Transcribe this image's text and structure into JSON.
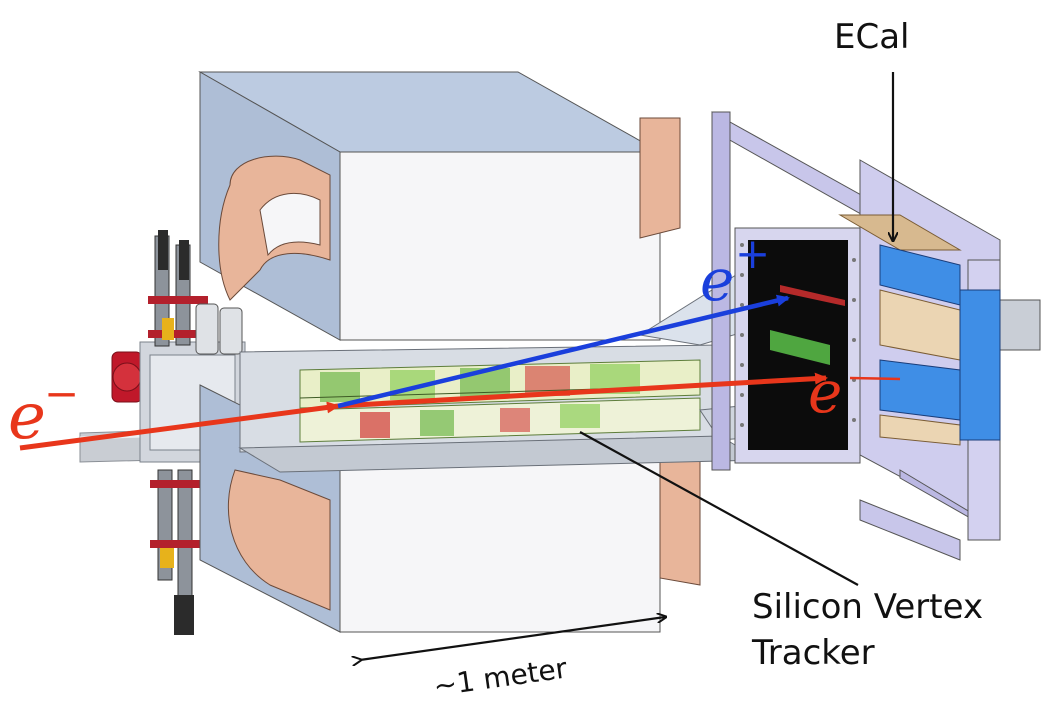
{
  "labels": {
    "ecal": "ECal",
    "svt_line1": "Silicon Vertex",
    "svt_line2": "Tracker",
    "scale": "~1 meter"
  },
  "particles": {
    "electron_in": {
      "base": "e",
      "sup": "−"
    },
    "positron": {
      "base": "e",
      "sup": "+"
    },
    "electron_out": {
      "base": "e",
      "sup": ""
    }
  },
  "colors": {
    "electron_track": "#e8361b",
    "positron_track": "#1a3fdc",
    "magnet_steel": "#b9c9e0",
    "magnet_face": "#f7f7f9",
    "magnet_coil": "#e8b59a",
    "ecal_frame": "#c8c6ea",
    "ecal_crystal": "#3f8ee6",
    "ecal_top": "#d7b98f",
    "tracker_board": "#6fb84a",
    "beam_pipe": "#c9cdd3"
  }
}
